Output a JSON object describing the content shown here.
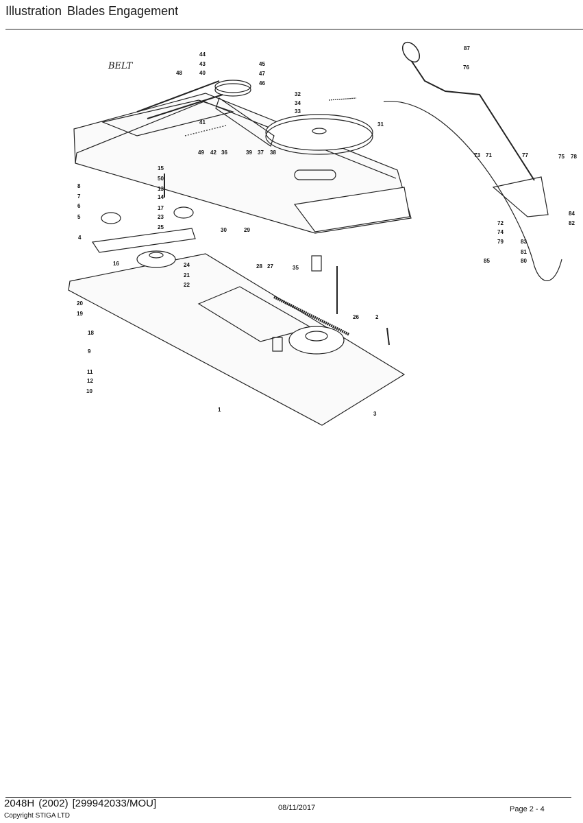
{
  "header": {
    "title_part1": "Illustration",
    "title_part2": "Blades Engagement"
  },
  "diagram": {
    "handwritten_note": "BELT",
    "callouts": [
      "1",
      "2",
      "3",
      "4",
      "5",
      "6",
      "7",
      "8",
      "9",
      "10",
      "11",
      "12",
      "13",
      "14",
      "15",
      "16",
      "17",
      "18",
      "19",
      "20",
      "21",
      "22",
      "23",
      "24",
      "25",
      "26",
      "27",
      "28",
      "29",
      "30",
      "31",
      "32",
      "33",
      "34",
      "35",
      "36",
      "37",
      "38",
      "39",
      "40",
      "41",
      "42",
      "43",
      "44",
      "45",
      "46",
      "47",
      "48",
      "49",
      "50",
      "71",
      "72",
      "73",
      "74",
      "75",
      "76",
      "77",
      "78",
      "79",
      "80",
      "81",
      "82",
      "83",
      "84",
      "85",
      "87"
    ]
  },
  "footer": {
    "model": "2048H",
    "year": "(2002)",
    "code": "[299942033/MOU]",
    "date": "08/11/2017",
    "page": "Page 2 - 4",
    "copyright": "Copyright STIGA LTD"
  }
}
